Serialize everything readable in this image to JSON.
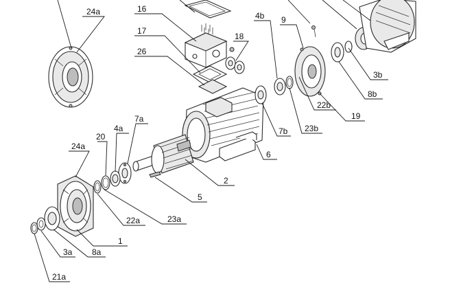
{
  "labels": {
    "l16": "16",
    "l17": "17",
    "l26": "26",
    "l18": "18",
    "l24a_top": "24a",
    "l4b": "4b",
    "l9": "9",
    "l3b": "3b",
    "l8b": "8b",
    "l22b": "22b",
    "l19": "19",
    "l23b": "23b",
    "l7b": "7b",
    "l6": "6",
    "l7a": "7a",
    "l4a": "4a",
    "l20": "20",
    "l24a": "24a",
    "l2": "2",
    "l5": "5",
    "l23a": "23a",
    "l22a": "22a",
    "l1": "1",
    "l3a": "3a",
    "l8a": "8a",
    "l21a": "21a"
  },
  "colors": {
    "line": "#2a2a2a",
    "fill": "#ffffff",
    "shade": "#e9e9e9",
    "dark": "#bdbdbd"
  }
}
